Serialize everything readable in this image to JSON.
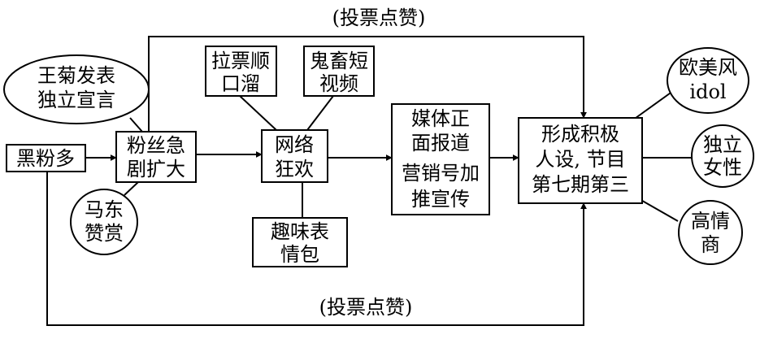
{
  "top_label": "(投票点赞)",
  "bottom_label": "(投票点赞)",
  "nodes": {
    "wangju": [
      "王菊发表",
      "独立宣言"
    ],
    "heifen": [
      "黑粉多"
    ],
    "fensi": [
      "粉丝急",
      "剧扩大"
    ],
    "madong": [
      "马东",
      "赞赏"
    ],
    "lapiao": [
      "拉票顺",
      "口溜"
    ],
    "guichu": [
      "鬼畜短",
      "视频"
    ],
    "wangluo": [
      "网络",
      "狂欢"
    ],
    "quwei": [
      "趣味表",
      "情包"
    ],
    "meiti": [
      "媒体正",
      "面报道",
      "营销号加",
      "推宣传"
    ],
    "xingcheng": [
      "形成积极",
      "人设, 节目",
      "第七期第三"
    ],
    "oumei": [
      "欧美风",
      "idol"
    ],
    "duli": [
      "独立",
      "女性"
    ],
    "gaoqing": [
      "高情",
      "商"
    ]
  }
}
